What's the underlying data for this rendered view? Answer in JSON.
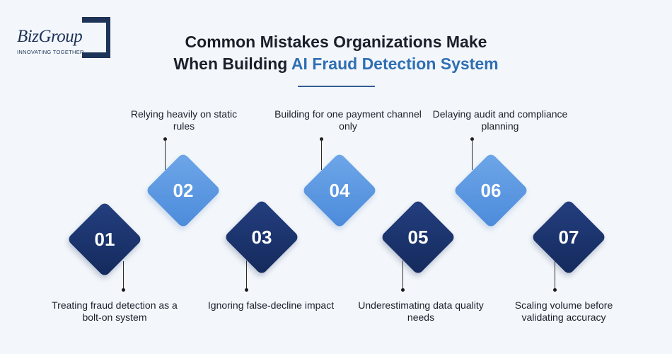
{
  "logo": {
    "wordmark": "BizGroup",
    "tagline": "INNOVATING TOGETHER"
  },
  "title": {
    "line1": "Common Mistakes Organizations Make",
    "line2_prefix": "When Building ",
    "line2_highlight": "AI Fraud Detection System"
  },
  "colors": {
    "dark": "#1b3470",
    "light": "#5b97e0",
    "highlight": "#2f6fb3"
  },
  "steps": [
    {
      "number": "01",
      "text": "Treating fraud detection as a bolt-on system",
      "shade": "dark",
      "label_position": "bottom"
    },
    {
      "number": "02",
      "text": "Relying heavily on static rules",
      "shade": "light",
      "label_position": "top"
    },
    {
      "number": "03",
      "text": "Ignoring false-decline impact",
      "shade": "dark",
      "label_position": "bottom"
    },
    {
      "number": "04",
      "text": "Building for one payment channel only",
      "shade": "light",
      "label_position": "top"
    },
    {
      "number": "05",
      "text": "Underestimating data quality needs",
      "shade": "dark",
      "label_position": "bottom"
    },
    {
      "number": "06",
      "text": "Delaying audit and compliance planning",
      "shade": "light",
      "label_position": "top"
    },
    {
      "number": "07",
      "text": "Scaling volume before validating accuracy",
      "shade": "dark",
      "label_position": "bottom"
    }
  ]
}
